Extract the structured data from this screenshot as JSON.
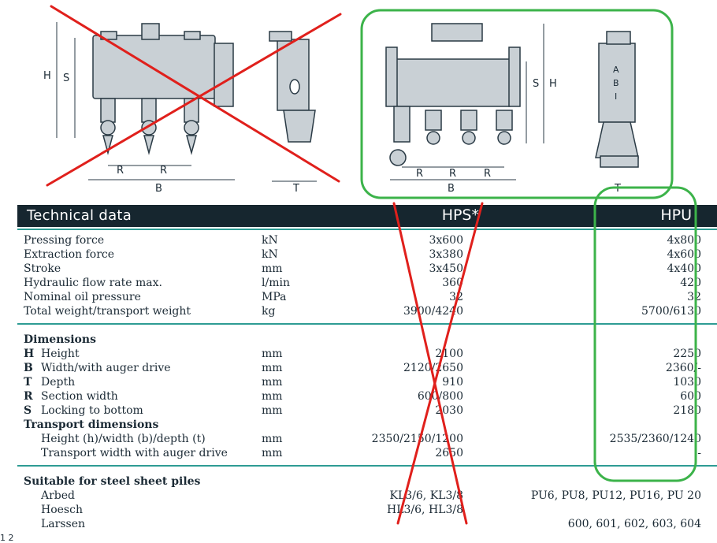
{
  "drawings": {
    "left_labels": {
      "h": "H",
      "s": "S",
      "r1": "R",
      "r2": "R",
      "b": "B",
      "t": "T"
    },
    "right_labels": {
      "s": "S",
      "h": "H",
      "r1": "R",
      "r2": "R",
      "r3": "R",
      "b": "B",
      "t": "T",
      "badge": [
        "A",
        "B",
        "I"
      ]
    }
  },
  "header": {
    "title": "Technical data",
    "col_hps": "HPS*",
    "col_hpu": "HPU"
  },
  "performance": [
    {
      "label": "Pressing force",
      "unit": "kN",
      "hps": "3x600",
      "hpu": "4x800"
    },
    {
      "label": "Extraction force",
      "unit": "kN",
      "hps": "3x380",
      "hpu": "4x600"
    },
    {
      "label": "Stroke",
      "unit": "mm",
      "hps": "3x450",
      "hpu": "4x400"
    },
    {
      "label": "Hydraulic flow rate max.",
      "unit": "l/min",
      "hps": "360",
      "hpu": "420"
    },
    {
      "label": "Nominal oil pressure",
      "unit": "MPa",
      "hps": "32",
      "hpu": "32"
    },
    {
      "label": "Total weight/transport weight",
      "unit": "kg",
      "hps": "3900/4240",
      "hpu": "5700/6130"
    }
  ],
  "dimensions": {
    "heading": "Dimensions",
    "rows": [
      {
        "letter": "H",
        "label": "Height",
        "unit": "mm",
        "hps": "2100",
        "hpu": "2250"
      },
      {
        "letter": "B",
        "label": "Width/with auger drive",
        "unit": "mm",
        "hps": "2120/2650",
        "hpu": "2360/-"
      },
      {
        "letter": "T",
        "label": "Depth",
        "unit": "mm",
        "hps": "910",
        "hpu": "1030"
      },
      {
        "letter": "R",
        "label": "Section width",
        "unit": "mm",
        "hps": "600/800",
        "hpu": "600"
      },
      {
        "letter": "S",
        "label": "Locking to bottom",
        "unit": "mm",
        "hps": "2030",
        "hpu": "2180"
      }
    ]
  },
  "transport": {
    "heading": "Transport dimensions",
    "rows": [
      {
        "label": "Height (h)/width (b)/depth (t)",
        "unit": "mm",
        "hps": "2350/2150/1200",
        "hpu": "2535/2360/1240"
      },
      {
        "label": "Transport width with auger drive",
        "unit": "mm",
        "hps": "2650",
        "hpu": "-"
      }
    ]
  },
  "piles": {
    "heading": "Suitable for steel sheet piles",
    "rows": [
      {
        "label": "Arbed",
        "hps": "KL3/6, KL3/8",
        "hpu": "PU6, PU8, PU12, PU16, PU 20"
      },
      {
        "label": "Hoesch",
        "hps": "HL3/6, HL3/8",
        "hpu": ""
      },
      {
        "label": "Larssen",
        "hps": "",
        "hpu": "600, 601, 602, 603, 604"
      }
    ]
  },
  "footnote": "1 2",
  "colors": {
    "header_bg": "#16262f",
    "rule": "#2e9c94",
    "cross": "#e0201c",
    "highlight": "#3cb34a",
    "drawing": "#2a3a45"
  }
}
